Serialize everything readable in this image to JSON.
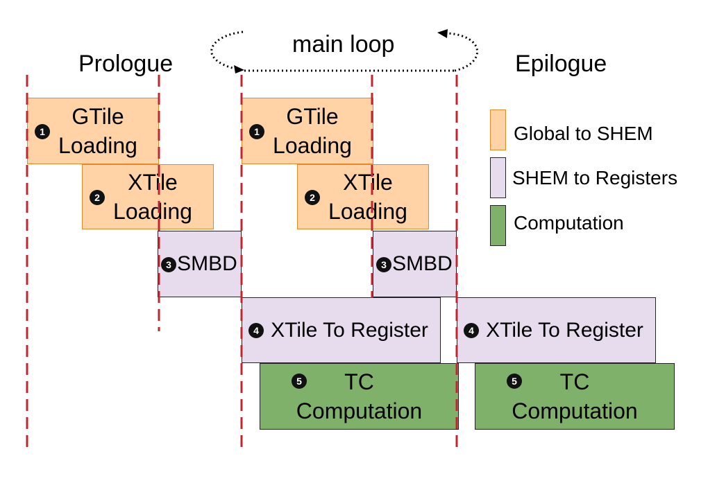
{
  "phases": {
    "prologue": "Prologue",
    "main_loop": "main loop",
    "epilogue": "Epilogue"
  },
  "blocks": {
    "gtile_1": {
      "num": "1",
      "line1": "GTile",
      "line2": "Loading"
    },
    "xtile_1": {
      "num": "2",
      "line1": "XTile",
      "line2": "Loading"
    },
    "smbd_1": {
      "num": "3",
      "label": "SMBD"
    },
    "gtile_2": {
      "num": "1",
      "line1": "GTile",
      "line2": "Loading"
    },
    "xtile_2": {
      "num": "2",
      "line1": "XTile",
      "line2": "Loading"
    },
    "smbd_2": {
      "num": "3",
      "label": "SMBD"
    },
    "reg_1": {
      "num": "4",
      "label": "XTile To Register"
    },
    "reg_2": {
      "num": "4",
      "label": "XTile To Register"
    },
    "tc_1": {
      "num": "5",
      "line1": "TC",
      "line2": "Computation"
    },
    "tc_2": {
      "num": "5",
      "line1": "TC",
      "line2": "Computation"
    }
  },
  "legend": {
    "global_to_shem": "Global to SHEM",
    "shem_to_registers": "SHEM to Registers",
    "computation": "Computation"
  },
  "colors": {
    "global_to_shem": "#ffd3a6",
    "shem_to_registers": "#e6dcee",
    "computation": "#7fb16a",
    "stage_divider": "#c0262d"
  }
}
